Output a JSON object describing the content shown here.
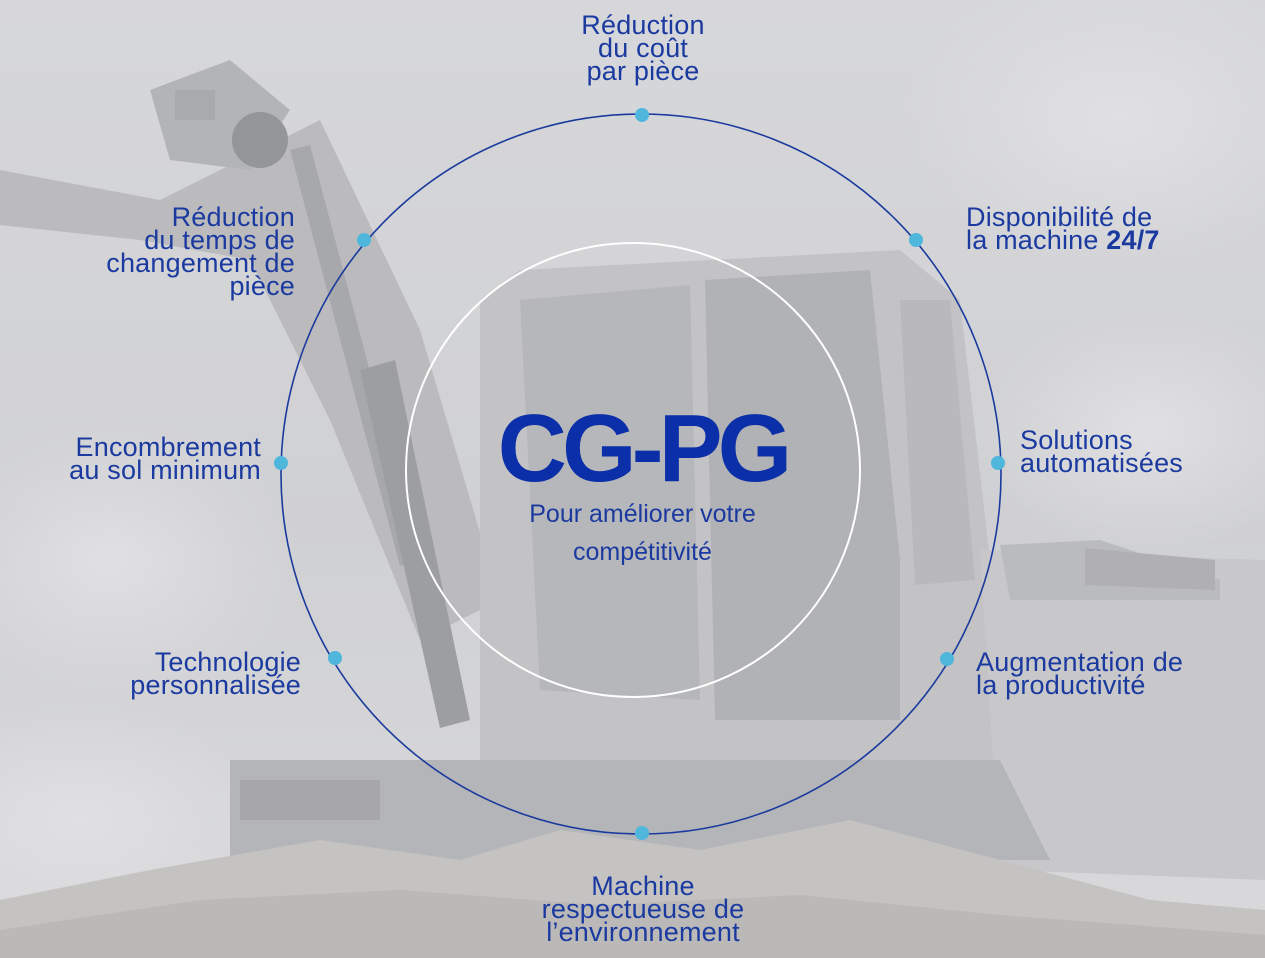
{
  "diagram": {
    "center": {
      "title": "CG-PG",
      "subtitle_line1": "Pour améliorer votre",
      "subtitle_line2": "compétitivité"
    },
    "benefits": [
      {
        "id": "top",
        "lines": [
          "Réduction",
          "du coût",
          "par pièce"
        ]
      },
      {
        "id": "top-right",
        "lines": [
          "Disponibilité de",
          "la machine "
        ],
        "emphasis": "24/7"
      },
      {
        "id": "right",
        "lines": [
          "Solutions",
          "automatisées"
        ]
      },
      {
        "id": "bottom-right",
        "lines": [
          "Augmentation de",
          "la productivité"
        ]
      },
      {
        "id": "bottom",
        "lines": [
          "Machine",
          "respectueuse de",
          "l’environnement"
        ]
      },
      {
        "id": "bottom-left",
        "lines": [
          "Technologie",
          "personnalisée"
        ]
      },
      {
        "id": "left",
        "lines": [
          "Encombrement",
          "au sol minimum"
        ]
      },
      {
        "id": "top-left",
        "lines": [
          "Réduction",
          "du temps de",
          "changement de",
          "pièce"
        ]
      }
    ],
    "colors": {
      "text": "#1b3aa0",
      "title": "#0b2fa8",
      "ring": "#1a3a9e",
      "dot": "#4fb6dc",
      "inner_ring": "#ffffff"
    },
    "background": "grayscale-excavator-photo"
  }
}
